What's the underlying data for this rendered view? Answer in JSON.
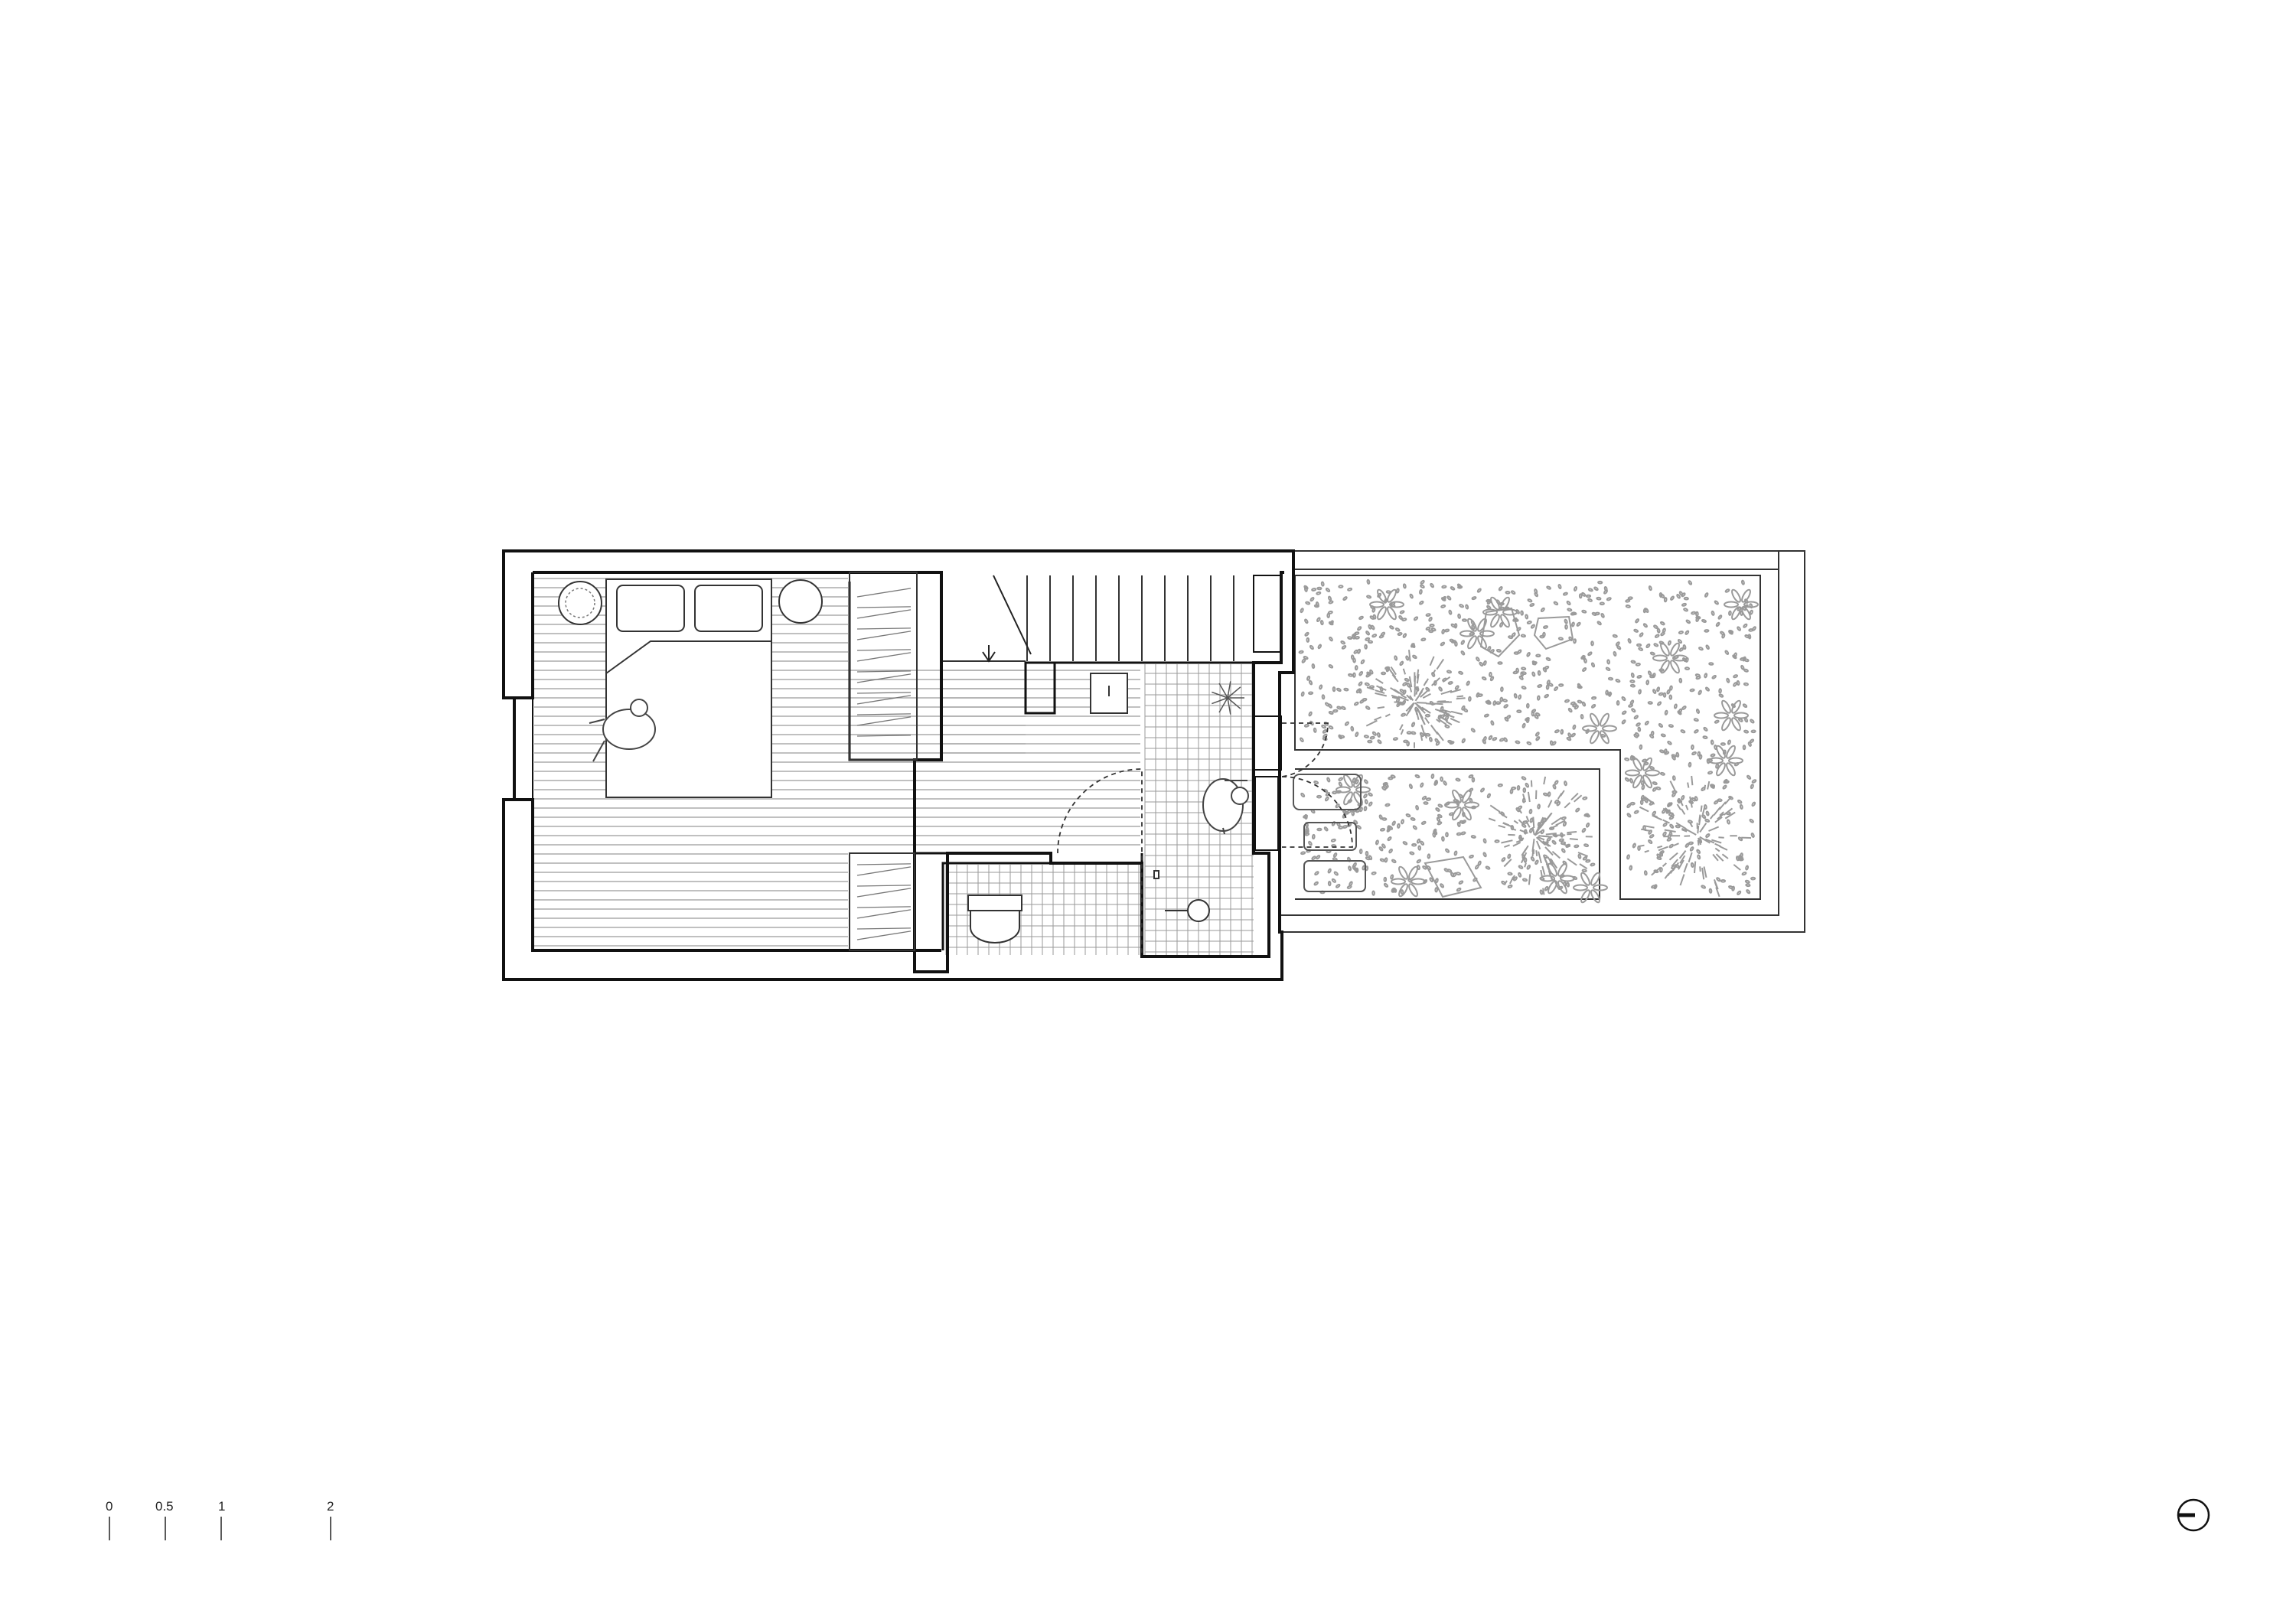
{
  "scale_bar": {
    "labels": [
      "0",
      "0.5",
      "1",
      "2"
    ]
  },
  "icons": {
    "north_arrow": "north-arrow-icon",
    "bed": "double-bed-icon",
    "stairs": "stair-run-icon",
    "toilet": "toilet-icon",
    "shower": "shower-icon",
    "plants": "planting-hatch-icon",
    "person": "person-figure-icon"
  },
  "colors": {
    "wall": "#111111",
    "line": "#333333",
    "hatch": "#9a9a9a"
  }
}
